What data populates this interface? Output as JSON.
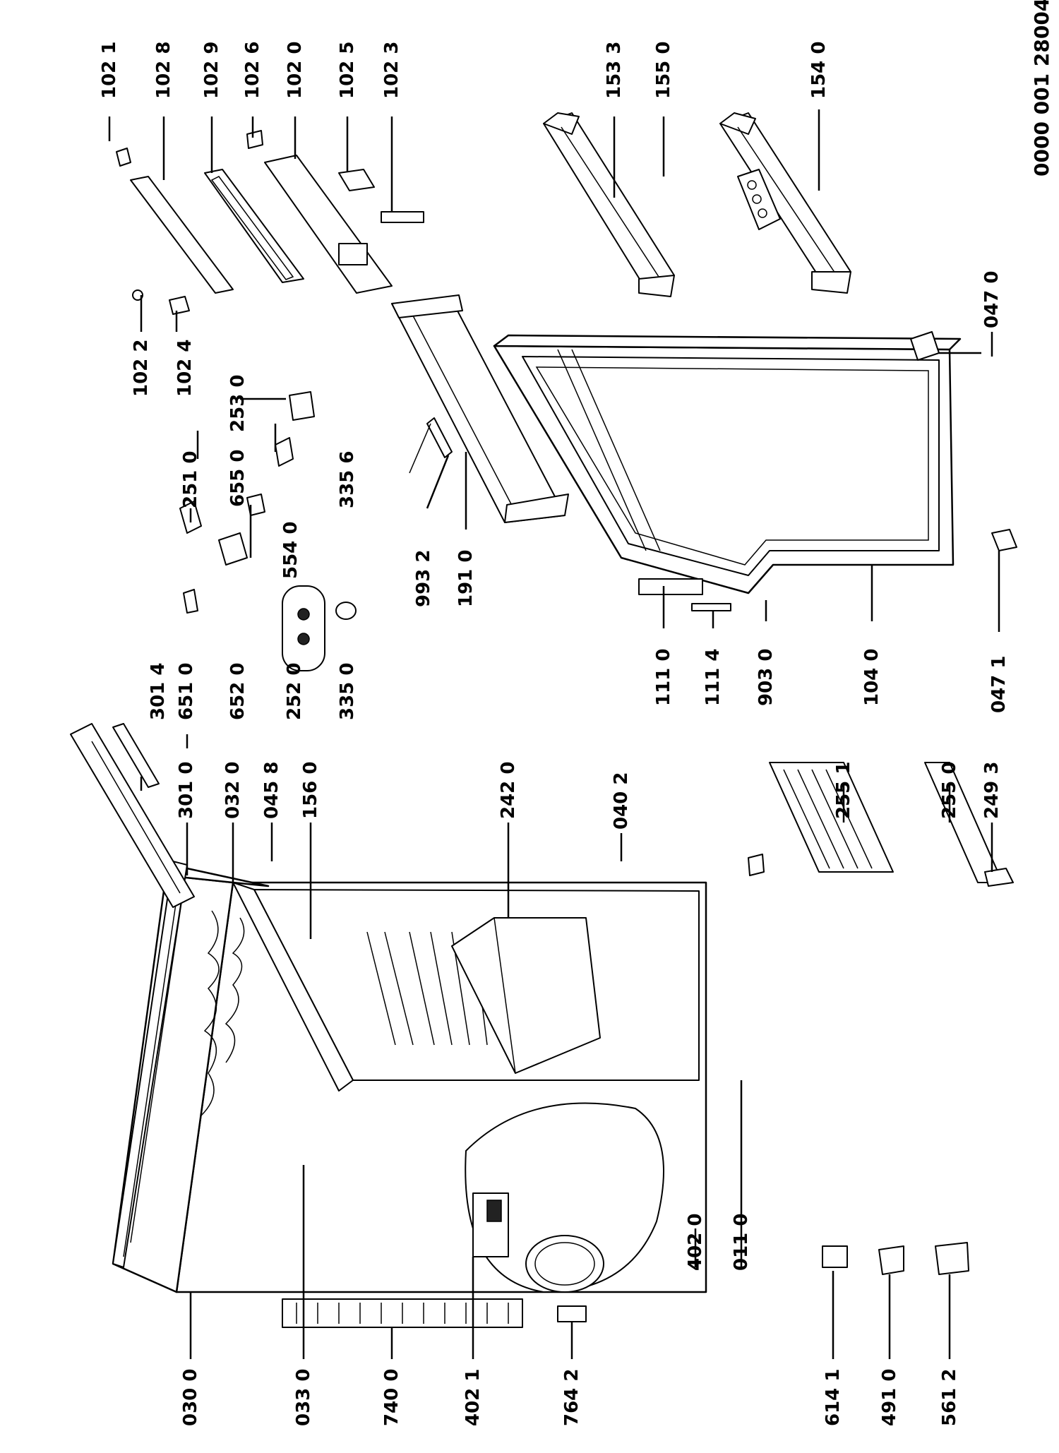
{
  "document_id": "0000 001 28004",
  "parts": [
    {
      "code": "102 1"
    },
    {
      "code": "102 8"
    },
    {
      "code": "102 9"
    },
    {
      "code": "102 6"
    },
    {
      "code": "102 0"
    },
    {
      "code": "102 5"
    },
    {
      "code": "102 3"
    },
    {
      "code": "153 3"
    },
    {
      "code": "155 0"
    },
    {
      "code": "154 0"
    },
    {
      "code": "102 2"
    },
    {
      "code": "102 4"
    },
    {
      "code": "047 0"
    },
    {
      "code": "253 0"
    },
    {
      "code": "251 0"
    },
    {
      "code": "655 0"
    },
    {
      "code": "335 6"
    },
    {
      "code": "554 0"
    },
    {
      "code": "993 2"
    },
    {
      "code": "191 0"
    },
    {
      "code": "301 4"
    },
    {
      "code": "651 0"
    },
    {
      "code": "652 0"
    },
    {
      "code": "252 0"
    },
    {
      "code": "335 0"
    },
    {
      "code": "111 0"
    },
    {
      "code": "111 4"
    },
    {
      "code": "903 0"
    },
    {
      "code": "104 0"
    },
    {
      "code": "047 1"
    },
    {
      "code": "301 0"
    },
    {
      "code": "032 0"
    },
    {
      "code": "045 8"
    },
    {
      "code": "156 0"
    },
    {
      "code": "242 0"
    },
    {
      "code": "040 2"
    },
    {
      "code": "255 1"
    },
    {
      "code": "255 0"
    },
    {
      "code": "249 3"
    },
    {
      "code": "402 0"
    },
    {
      "code": "011 0"
    },
    {
      "code": "030 0"
    },
    {
      "code": "033 0"
    },
    {
      "code": "740 0"
    },
    {
      "code": "402 1"
    },
    {
      "code": "764 2"
    },
    {
      "code": "614 1"
    },
    {
      "code": "491 0"
    },
    {
      "code": "561 2"
    }
  ]
}
